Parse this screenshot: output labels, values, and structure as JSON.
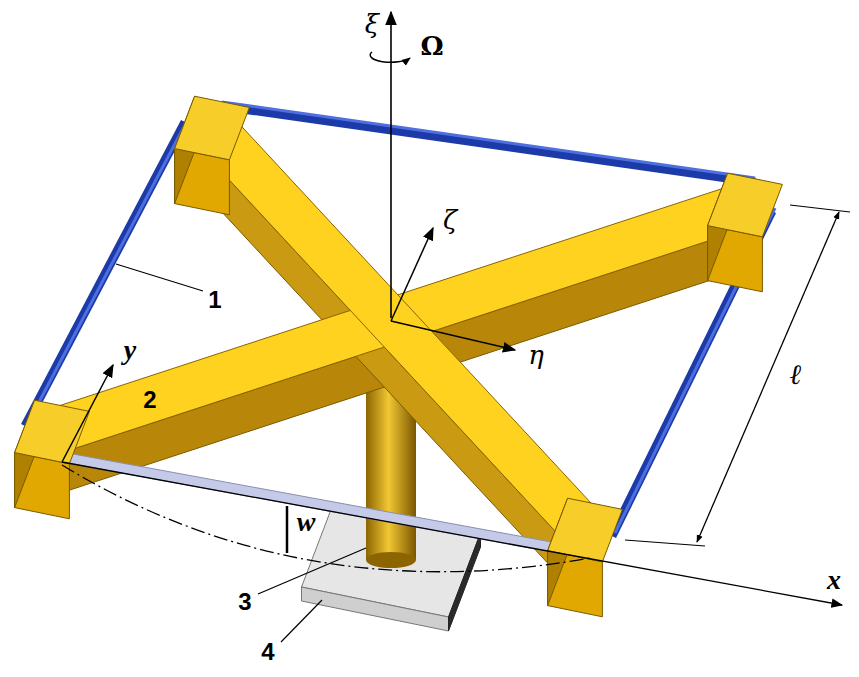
{
  "diagram": {
    "labels": [
      "ξ",
      "Ω",
      "ζ",
      "1",
      "η",
      "y",
      "2",
      "w",
      "ℓ",
      "x",
      "3",
      "4"
    ]
  }
}
